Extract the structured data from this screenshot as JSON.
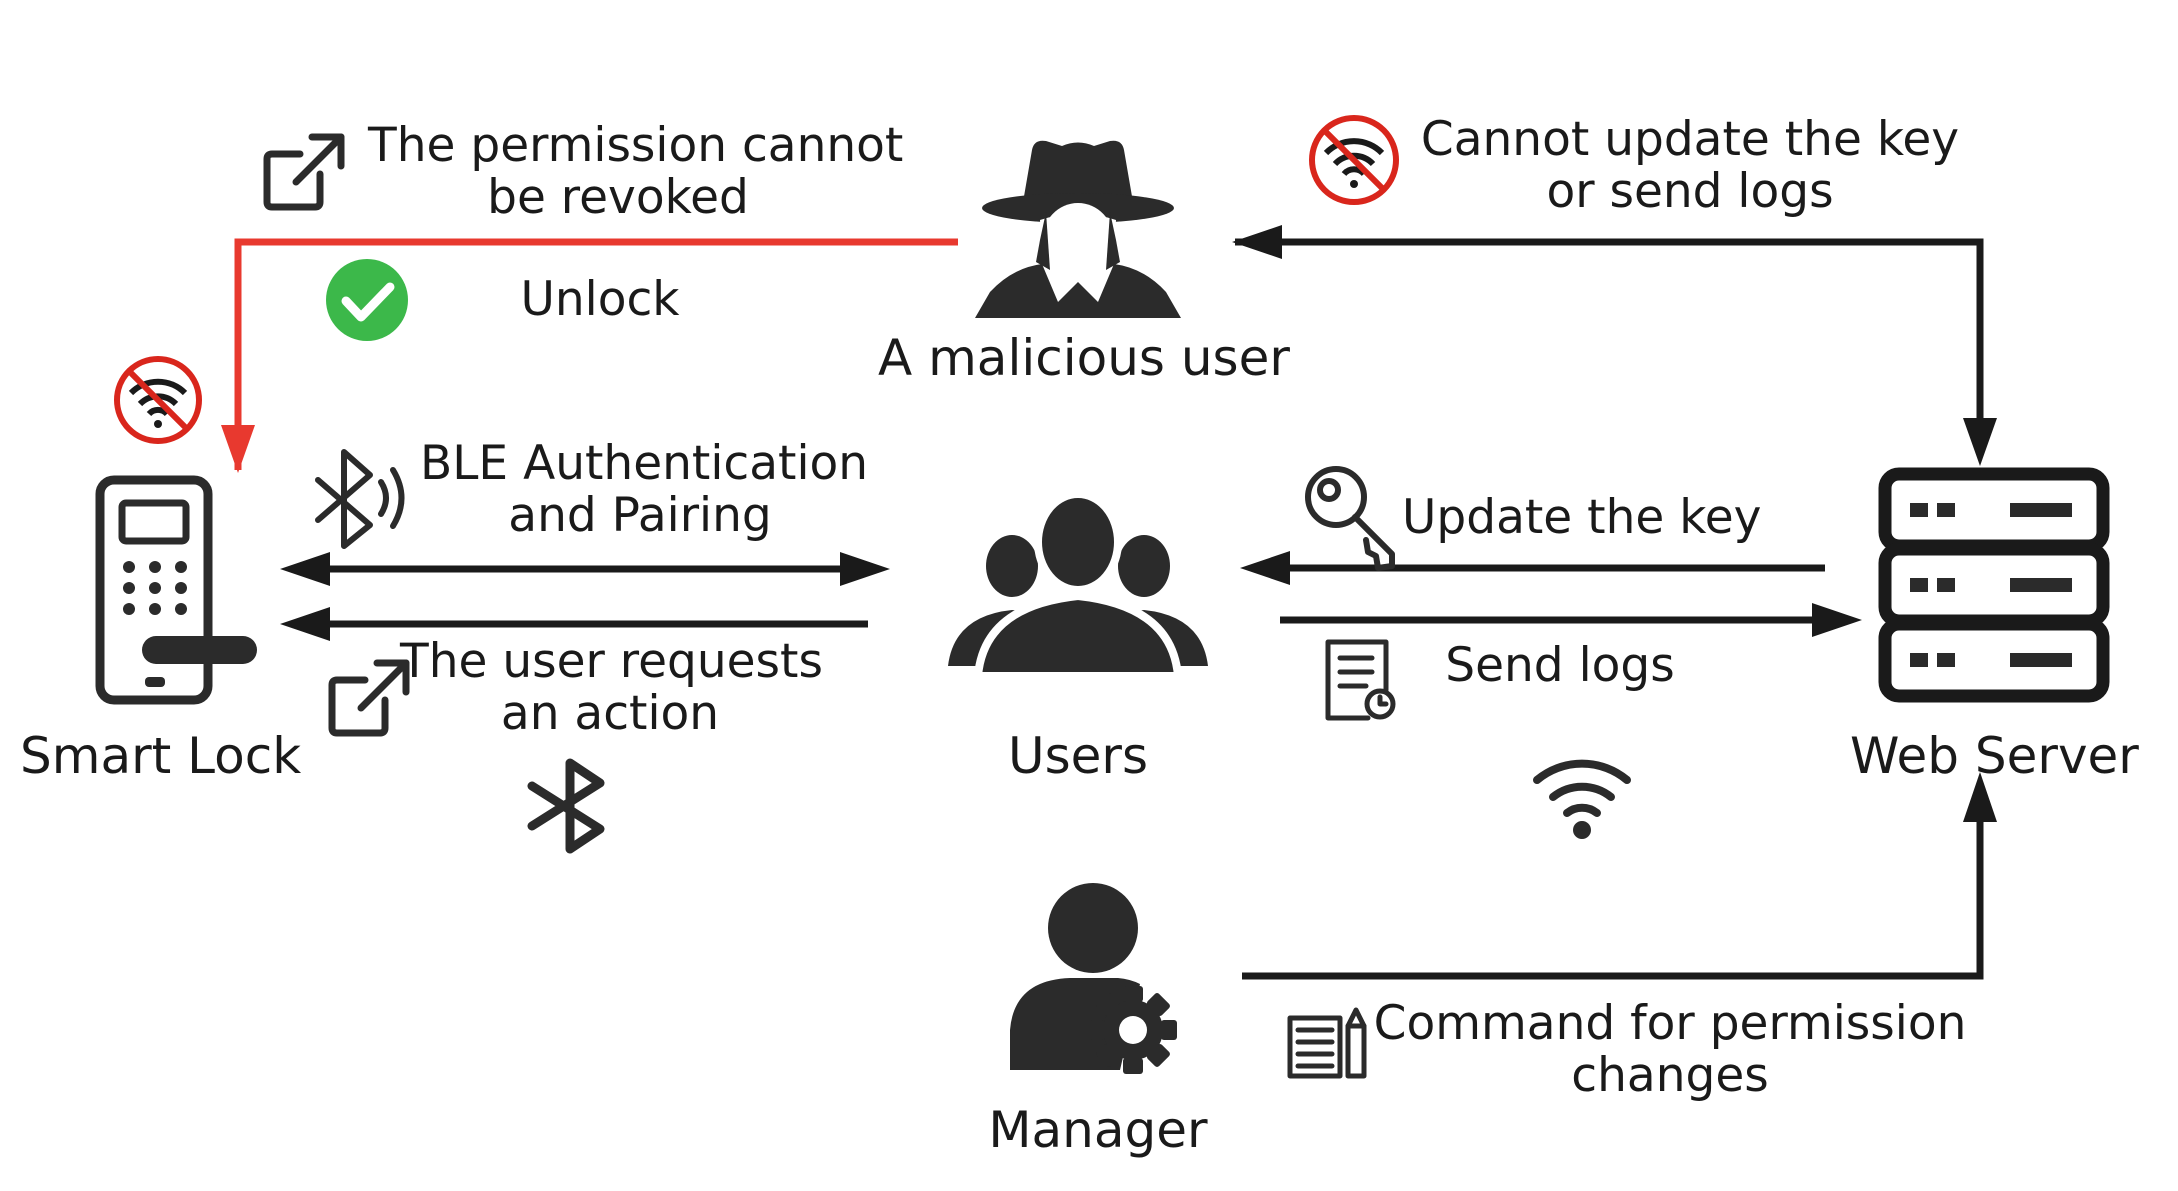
{
  "colors": {
    "ink": "#1a1a1a",
    "icon": "#2b2b2b",
    "attack_path": "#e8392f",
    "no_wifi": "#d9261c",
    "check": "#3cb84a"
  },
  "nodes": {
    "smart_lock": {
      "label": "Smart Lock",
      "icon": "smart-lock-icon"
    },
    "malicious_user": {
      "label": "A malicious user",
      "icon": "spy-icon"
    },
    "users": {
      "label": "Users",
      "icon": "user-group-icon"
    },
    "web_server": {
      "label": "Web Server",
      "icon": "server-icon"
    },
    "manager": {
      "label": "Manager",
      "icon": "manager-gear-icon"
    }
  },
  "edges": {
    "revoke": {
      "line1": "The permission cannot",
      "line2": "be revoked",
      "icon": "external-link-icon"
    },
    "unlock": {
      "label": "Unlock",
      "icon": "check-icon"
    },
    "no_update": {
      "line1": "Cannot update the key",
      "line2": "or send logs",
      "icon": "no-wifi-icon"
    },
    "ble": {
      "line1": "BLE Authentication",
      "line2": "and Pairing",
      "icon": "bluetooth-signal-icon"
    },
    "request": {
      "line1": "The user requests",
      "line2": "an action",
      "icon": "external-link-icon"
    },
    "update_key": {
      "label": "Update the key",
      "icon": "key-icon"
    },
    "send_logs": {
      "label": "Send logs",
      "icon": "log-document-icon"
    },
    "command": {
      "line1": "Command for permission",
      "line2": "changes",
      "icon": "document-pencil-icon"
    }
  }
}
